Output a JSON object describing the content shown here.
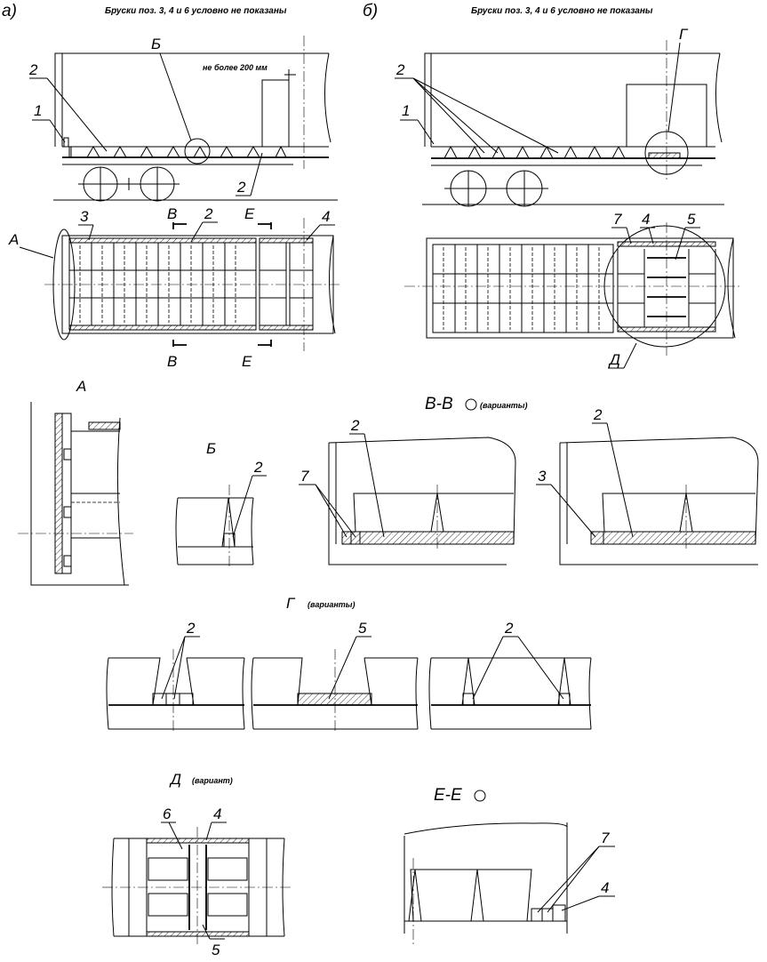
{
  "notes": {
    "left": "Бруски поз. 3, 4 и 6 условно не показаны",
    "right": "Бруски поз. 3, 4 и 6 условно не показаны",
    "dimension": "не более 200 мм"
  },
  "variants": {
    "a": "а)",
    "b": "б)"
  },
  "positions": {
    "p1": "1",
    "p2": "2",
    "p3": "3",
    "p4": "4",
    "p5": "5",
    "p6": "6",
    "p7": "7"
  },
  "views": {
    "A": "А",
    "B": "Б",
    "G": "Г",
    "D": "Д",
    "V": "В",
    "E": "Е",
    "VV": "В-В",
    "EE": "Е-Е",
    "varianty": "(варианты)",
    "variant": "(вариант)"
  }
}
